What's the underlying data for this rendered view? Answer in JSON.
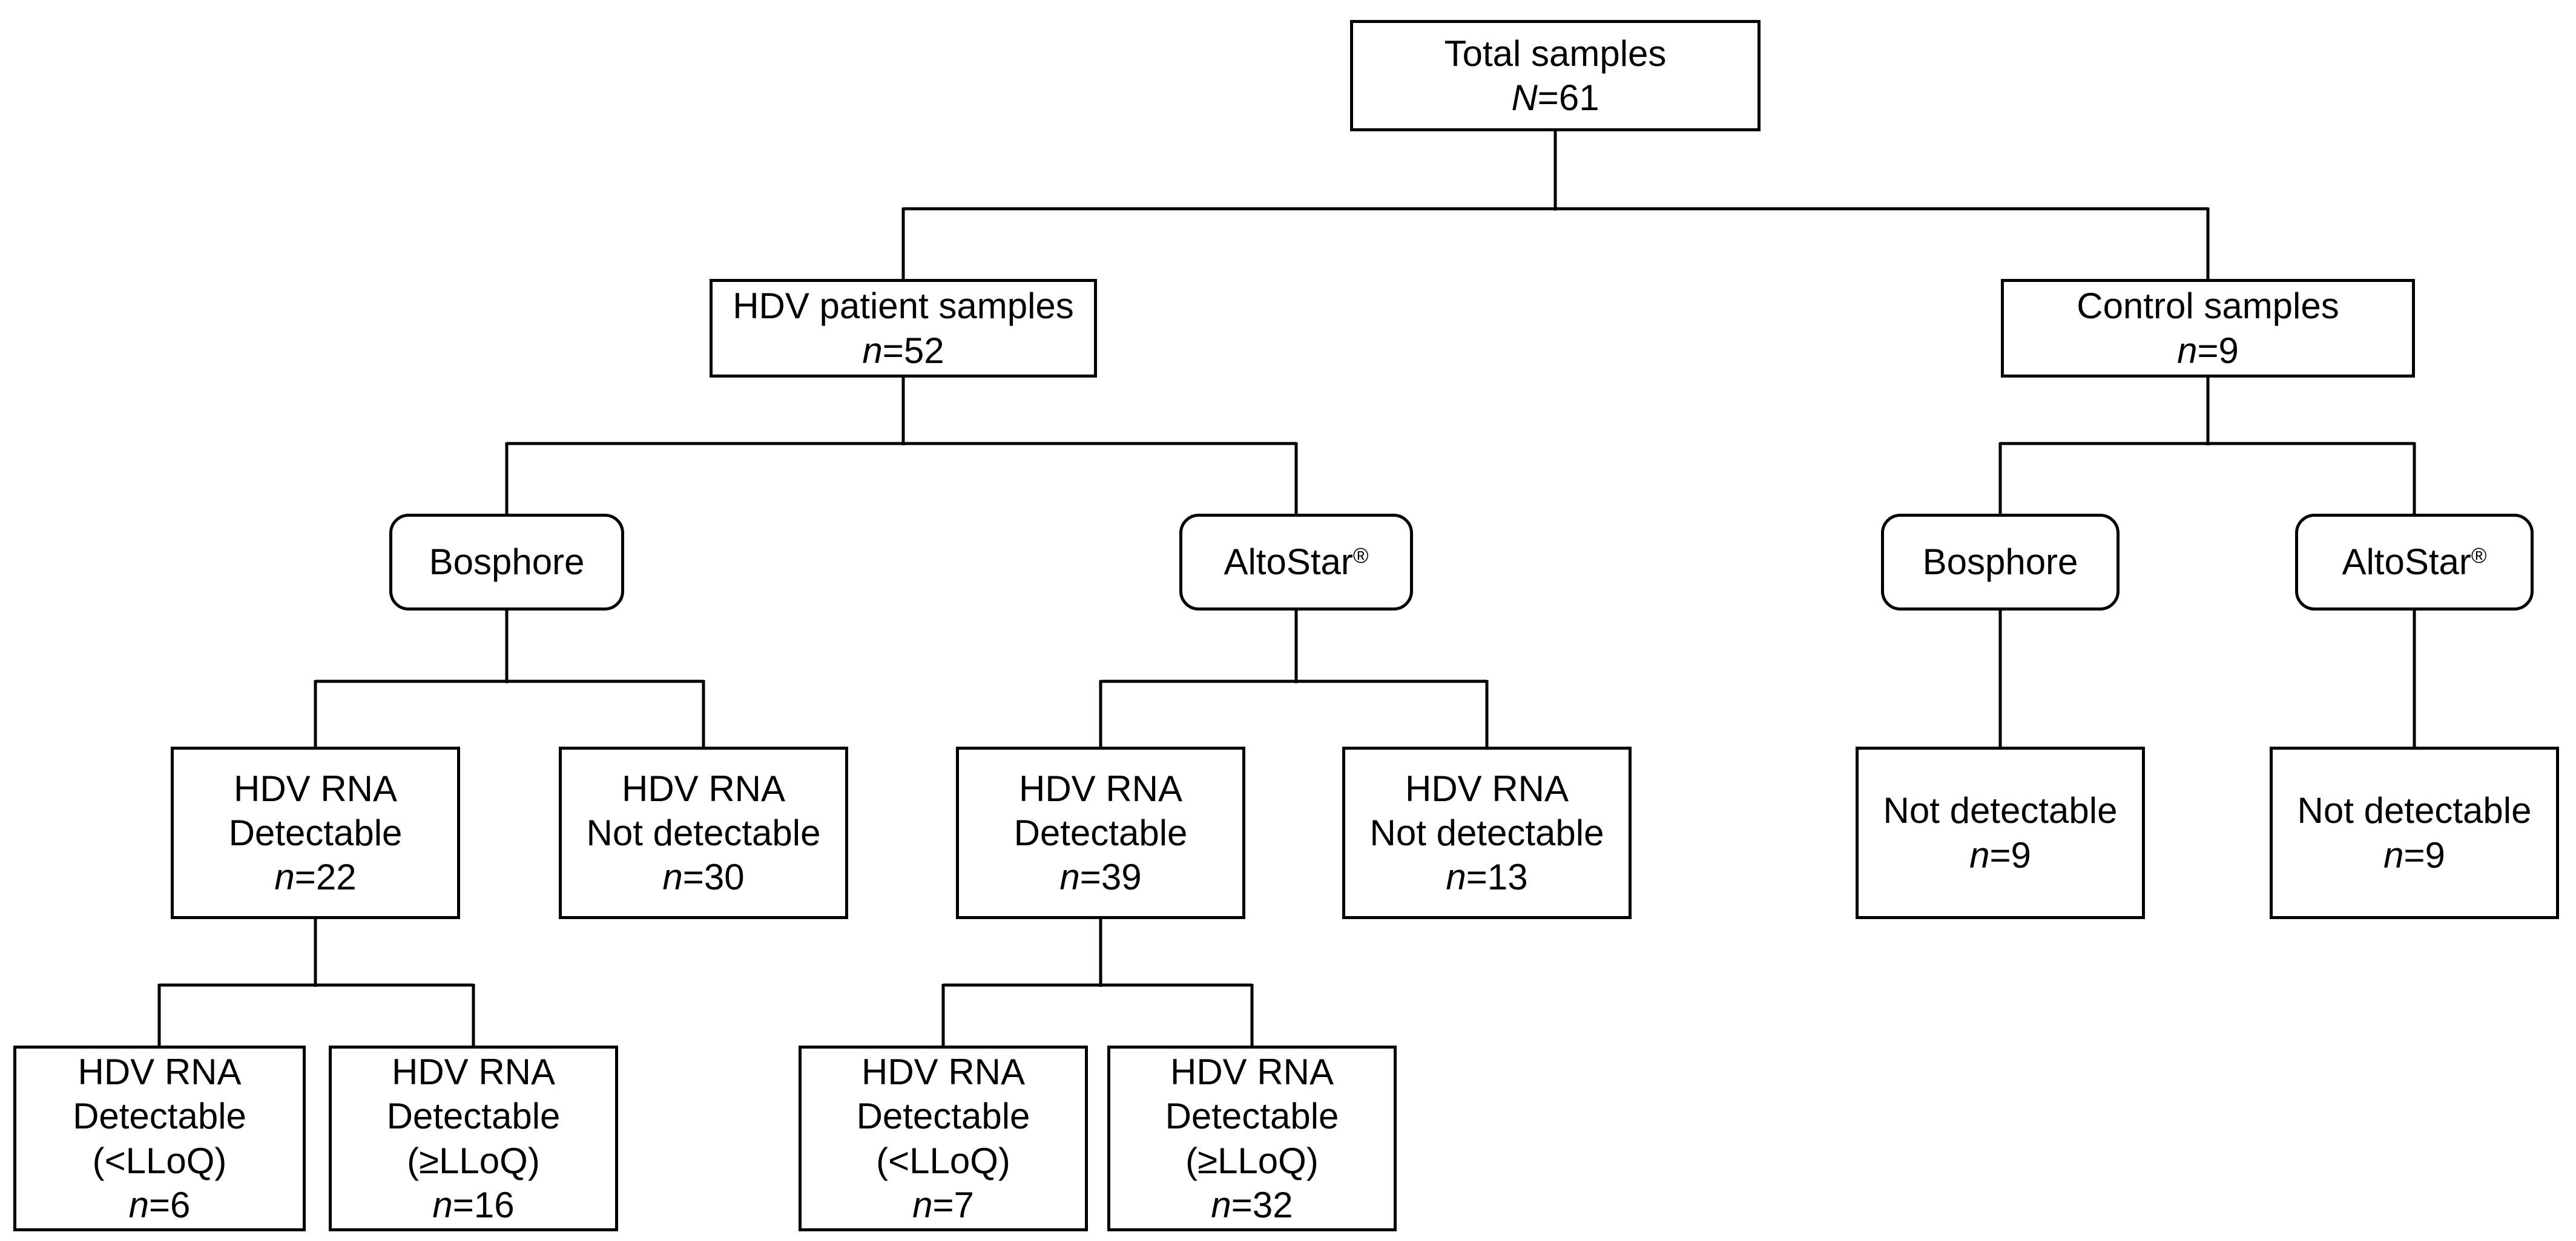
{
  "colors": {
    "line": "#000000",
    "box_border": "#000000",
    "box_background": "#ffffff",
    "page_background": "#ffffff",
    "text": "#000000"
  },
  "nodes": {
    "total": {
      "line1": "Total samples",
      "n_italic": "N",
      "n_rest": "=61"
    },
    "hdv_patient": {
      "line1": "HDV patient samples",
      "n_italic": "n",
      "n_rest": "=52"
    },
    "control": {
      "line1": "Control samples",
      "n_italic": "n",
      "n_rest": "=9"
    },
    "bosphore_patient": {
      "line1": "Bosphore"
    },
    "altostar_patient": {
      "line1": "AltoStar",
      "sup": "®"
    },
    "bosphore_control": {
      "line1": "Bosphore"
    },
    "altostar_control": {
      "line1": "AltoStar",
      "sup": "®"
    },
    "patient_bosphore_detectable": {
      "line1": "HDV RNA",
      "line2": "Detectable",
      "n_italic": "n",
      "n_rest": "=22"
    },
    "patient_bosphore_not_detectable": {
      "line1": "HDV RNA",
      "line2": "Not detectable",
      "n_italic": "n",
      "n_rest": "=30"
    },
    "patient_altostar_detectable": {
      "line1": "HDV RNA",
      "line2": "Detectable",
      "n_italic": "n",
      "n_rest": "=39"
    },
    "patient_altostar_not_detectable": {
      "line1": "HDV RNA",
      "line2": "Not detectable",
      "n_italic": "n",
      "n_rest": "=13"
    },
    "control_bosphore_not_detectable": {
      "line1": "Not detectable",
      "n_italic": "n",
      "n_rest": "=9"
    },
    "control_altostar_not_detectable": {
      "line1": "Not detectable",
      "n_italic": "n",
      "n_rest": "=9"
    },
    "patient_bosphore_lloq_below": {
      "line1": "HDV RNA",
      "line2": "Detectable",
      "line3": "(<LLoQ)",
      "n_italic": "n",
      "n_rest": "=6"
    },
    "patient_bosphore_lloq_above": {
      "line1": "HDV RNA",
      "line2": "Detectable",
      "line3": "(≥LLoQ)",
      "n_italic": "n",
      "n_rest": "=16"
    },
    "patient_altostar_lloq_below": {
      "line1": "HDV RNA",
      "line2": "Detectable",
      "line3": "(<LLoQ)",
      "n_italic": "n",
      "n_rest": "=7"
    },
    "patient_altostar_lloq_above": {
      "line1": "HDV RNA",
      "line2": "Detectable",
      "line3": "(≥LLoQ)",
      "n_italic": "n",
      "n_rest": "=32"
    }
  },
  "hierarchy": {
    "total": [
      "hdv_patient",
      "control"
    ],
    "hdv_patient": [
      "bosphore_patient",
      "altostar_patient"
    ],
    "control": [
      "bosphore_control",
      "altostar_control"
    ],
    "bosphore_patient": [
      "patient_bosphore_detectable",
      "patient_bosphore_not_detectable"
    ],
    "altostar_patient": [
      "patient_altostar_detectable",
      "patient_altostar_not_detectable"
    ],
    "bosphore_control": [
      "control_bosphore_not_detectable"
    ],
    "altostar_control": [
      "control_altostar_not_detectable"
    ],
    "patient_bosphore_detectable": [
      "patient_bosphore_lloq_below",
      "patient_bosphore_lloq_above"
    ],
    "patient_altostar_detectable": [
      "patient_altostar_lloq_below",
      "patient_altostar_lloq_above"
    ]
  }
}
